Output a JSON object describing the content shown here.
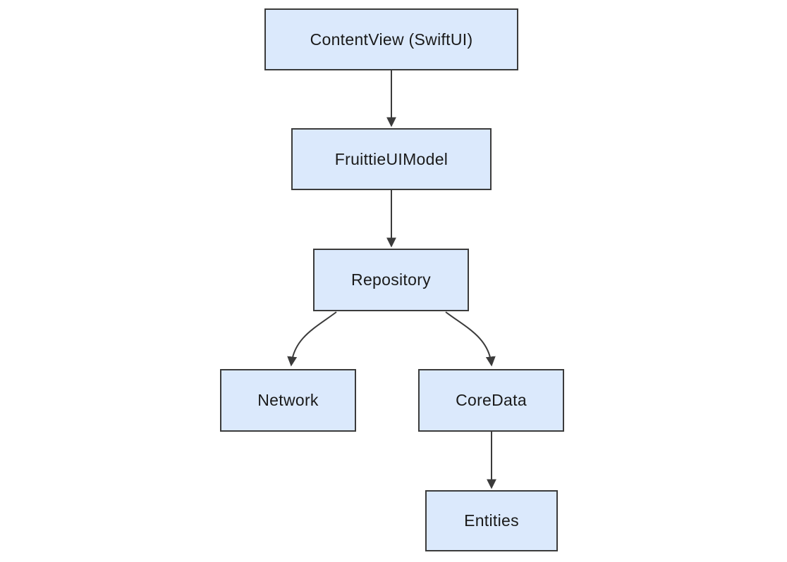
{
  "diagram": {
    "type": "flowchart-top-down",
    "colors": {
      "bg": "#ffffff",
      "node_fill": "#dbe9fc",
      "node_border": "#3b3b3b",
      "edge_color": "#3b3b3b",
      "text_color": "#1a1a1a"
    },
    "nodes": [
      {
        "id": "contentview",
        "label": "ContentView (SwiftUI)"
      },
      {
        "id": "fruittieuimodel",
        "label": "FruittieUIModel"
      },
      {
        "id": "repository",
        "label": "Repository"
      },
      {
        "id": "network",
        "label": "Network"
      },
      {
        "id": "coredata",
        "label": "CoreData"
      },
      {
        "id": "entities",
        "label": "Entities"
      }
    ],
    "edges": [
      {
        "from": "contentview",
        "to": "fruittieuimodel",
        "style": "straight-arrow"
      },
      {
        "from": "fruittieuimodel",
        "to": "repository",
        "style": "straight-arrow"
      },
      {
        "from": "repository",
        "to": "network",
        "style": "curved-arrow"
      },
      {
        "from": "repository",
        "to": "coredata",
        "style": "curved-arrow"
      },
      {
        "from": "coredata",
        "to": "entities",
        "style": "straight-arrow"
      }
    ]
  }
}
